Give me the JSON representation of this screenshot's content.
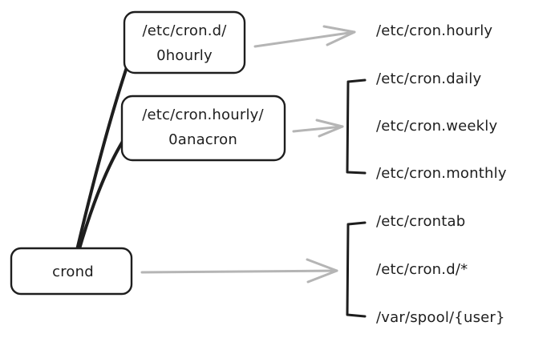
{
  "nodes": {
    "cron_d_hourly": {
      "line1": "/etc/cron.d/",
      "line2": "0hourly"
    },
    "cron_hourly_anacron": {
      "line1": "/etc/cron.hourly/",
      "line2": "0anacron"
    },
    "crond": {
      "label": "crond"
    }
  },
  "targets": {
    "hourly": "/etc/cron.hourly",
    "anacron_group": [
      "/etc/cron.daily",
      "/etc/cron.weekly",
      "/etc/cron.monthly"
    ],
    "crond_group": [
      "/etc/crontab",
      "/etc/cron.d/*",
      "/var/spool/{user}"
    ]
  },
  "colors": {
    "ink": "#1e1e1e",
    "arrow": "#b5b5b5",
    "background": "#ffffff"
  }
}
